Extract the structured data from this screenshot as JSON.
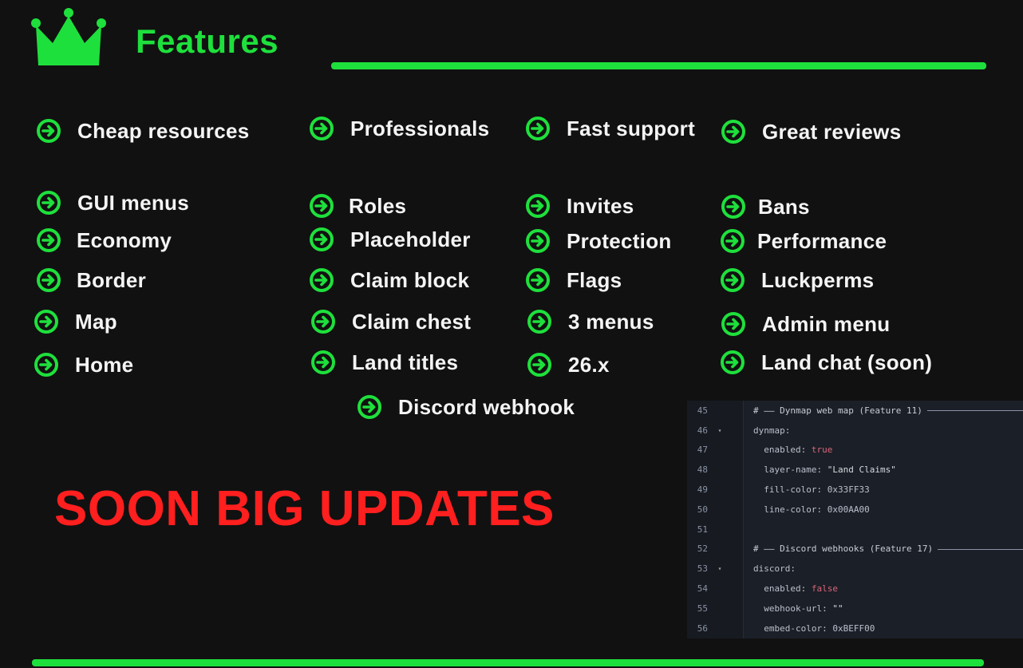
{
  "header": {
    "title": "Features",
    "accent_color": "#1ee03c",
    "logo_icon": "crown-icon"
  },
  "features": [
    "Cheap resources",
    "Professionals",
    "Fast support",
    "Great reviews",
    "GUI menus",
    "Roles",
    "Invites",
    "Bans",
    "Economy",
    "Placeholder",
    "Protection",
    "Performance",
    "Border",
    "Claim block",
    "Flags",
    "Luckperms",
    "Map",
    "Claim chest",
    "3 menus",
    "Admin menu",
    "Home",
    "Land titles",
    "26.x",
    "Land chat (soon)",
    "Discord webhook"
  ],
  "feature_icon": "arrow-right-circle-icon",
  "announcement": {
    "text": "SOON BIG UPDATES",
    "color": "#ff1f1f"
  },
  "code": {
    "lines": [
      {
        "n": "45",
        "fold": false,
        "comment": "# —— Dynmap web map (Feature 11)"
      },
      {
        "n": "46",
        "fold": true,
        "key": "dynmap",
        "sep": ":"
      },
      {
        "n": "47",
        "fold": false,
        "indent": "  ",
        "key": "enabled",
        "sep": ": ",
        "bool": "true"
      },
      {
        "n": "48",
        "fold": false,
        "indent": "  ",
        "key": "layer-name",
        "sep": ": ",
        "str": "\"Land Claims\""
      },
      {
        "n": "49",
        "fold": false,
        "indent": "  ",
        "key": "fill-color",
        "sep": ": ",
        "num": "0x33FF33"
      },
      {
        "n": "50",
        "fold": false,
        "indent": "  ",
        "key": "line-color",
        "sep": ": ",
        "num": "0x00AA00"
      },
      {
        "n": "51",
        "fold": false
      },
      {
        "n": "52",
        "fold": false,
        "comment": "# —— Discord webhooks (Feature 17)"
      },
      {
        "n": "53",
        "fold": true,
        "key": "discord",
        "sep": ":"
      },
      {
        "n": "54",
        "fold": false,
        "indent": "  ",
        "key": "enabled",
        "sep": ": ",
        "bool": "false"
      },
      {
        "n": "55",
        "fold": false,
        "indent": "  ",
        "key": "webhook-url",
        "sep": ": ",
        "str": "\"\""
      },
      {
        "n": "56",
        "fold": false,
        "indent": "  ",
        "key": "embed-color",
        "sep": ": ",
        "num": "0xBEFF00"
      }
    ]
  }
}
